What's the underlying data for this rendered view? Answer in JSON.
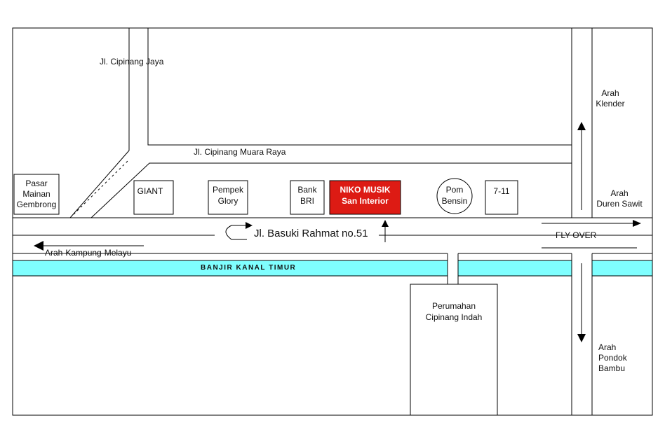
{
  "streets": {
    "cipinang_jaya": "Jl. Cipinang Jaya",
    "cipinang_muara_raya": "Jl. Cipinang Muara Raya",
    "basuki_rahmat": "Jl. Basuki Rahmat no.51"
  },
  "directions": {
    "klender": [
      "Arah",
      "Klender"
    ],
    "duren_sawit": [
      "Arah",
      "Duren Sawit"
    ],
    "pondok_bambu": [
      "Arah",
      "Pondok",
      "Bambu"
    ],
    "kampung_melayu": "Arah-Kampung-Melayu"
  },
  "landmarks": {
    "pasar": [
      "Pasar",
      "Mainan",
      "Gembrong"
    ],
    "giant": "GIANT",
    "pempek": [
      "Pempek",
      "Glory"
    ],
    "bank": [
      "Bank",
      "BRI"
    ],
    "niko": [
      "NIKO MUSIK",
      "San Interior"
    ],
    "pom": [
      "Pom",
      "Bensin"
    ],
    "seven_eleven": "7-11",
    "perumahan": [
      "Perumahan",
      "Cipinang Indah"
    ]
  },
  "canal": "BANJIR KANAL TIMUR",
  "flyover": "FLY OVER",
  "colors": {
    "canal": "#7fffff",
    "niko_box": "#dd1b14",
    "line": "#000000",
    "background": "#ffffff"
  }
}
